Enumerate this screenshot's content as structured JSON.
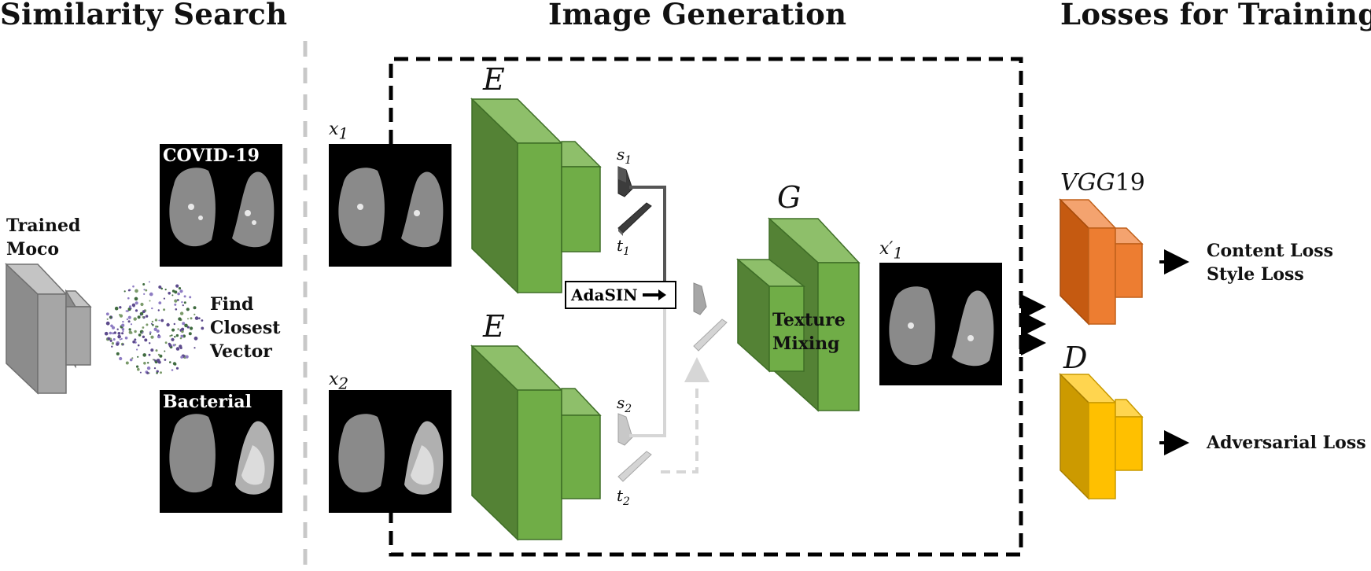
{
  "sections": {
    "similarity": "Similarity Search",
    "generation": "Image Generation",
    "losses": "Losses for Training"
  },
  "left": {
    "trained_moco": [
      "Trained",
      "Moco"
    ],
    "find_closest": [
      "Find",
      "Closest",
      "Vector"
    ],
    "img_covid_tag": "COVID-19",
    "img_bacterial_tag": "Bacterial"
  },
  "generation": {
    "x1": "x",
    "x1_sub": "1",
    "x2": "x",
    "x2_sub": "2",
    "encoder_top": "E",
    "encoder_bottom": "E",
    "s1": "s",
    "s1_sub": "1",
    "t1": "t",
    "t1_sub": "1",
    "s2": "s",
    "s2_sub": "2",
    "t2": "t",
    "t2_sub": "2",
    "adasin": "AdaSIN",
    "generator": "G",
    "texture_mixing": [
      "Texture",
      "Mixing"
    ],
    "x1_prime": "x′",
    "x1_prime_sub": "1"
  },
  "losses": {
    "vgg": "VGG",
    "vgg_num": "19",
    "discriminator": "D",
    "content_loss": "Content Loss",
    "style_loss": "Style Loss",
    "adversarial_loss": "Adversarial Loss"
  },
  "colors": {
    "gray_front": "#a6a6a6",
    "green_front": "#70ad47",
    "orange_front": "#ed7d31",
    "yellow_front": "#ffc000"
  }
}
